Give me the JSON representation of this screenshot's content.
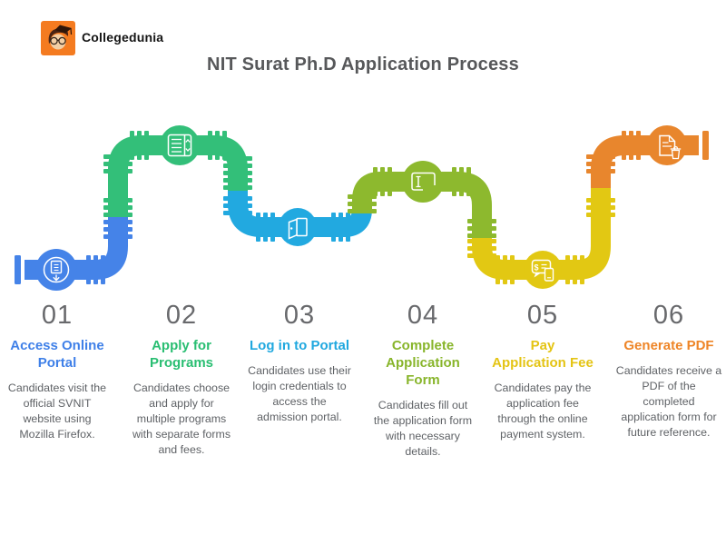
{
  "brand": {
    "name": "Collegedunia",
    "logo_color": "#F47B20"
  },
  "title": "NIT Surat Ph.D Application Process",
  "steps": [
    {
      "number": "01",
      "title": "Access Online\nPortal",
      "description": "Candidates visit the\nofficial SVNIT\nwebsite using\nMozilla Firefox.",
      "color": "#3F80E8",
      "icon": "download-document-icon"
    },
    {
      "number": "02",
      "title": "Apply for\nPrograms",
      "description": "Candidates choose\nand apply for\nmultiple programs\nwith separate forms\nand fees.",
      "color": "#29BE72",
      "icon": "program-list-icon"
    },
    {
      "number": "03",
      "title": "Log in to Portal",
      "description": "Candidates use their\nlogin credentials to\naccess the\nadmission portal.",
      "color": "#20A8DF",
      "icon": "open-door-icon"
    },
    {
      "number": "04",
      "title": "Complete\nApplication\nForm",
      "description": "Candidates fill out\nthe application form\nwith necessary\ndetails.",
      "color": "#88B52B",
      "icon": "form-cursor-icon"
    },
    {
      "number": "05",
      "title": "Pay\nApplication Fee",
      "description": "Candidates pay the\napplication fee\nthrough the online\npayment system.",
      "color": "#E4C414",
      "icon": "mobile-payment-icon"
    },
    {
      "number": "06",
      "title": "Generate PDF",
      "description": "Candidates receive a\nPDF of the\ncompleted\napplication form for\nfuture reference.",
      "color": "#EE8527",
      "icon": "pdf-document-icon"
    }
  ],
  "pipeline": {
    "segment_colors": [
      "#4583E8",
      "#33BF79",
      "#22A9E0",
      "#8DB92E",
      "#E2C813",
      "#E8862D"
    ]
  }
}
